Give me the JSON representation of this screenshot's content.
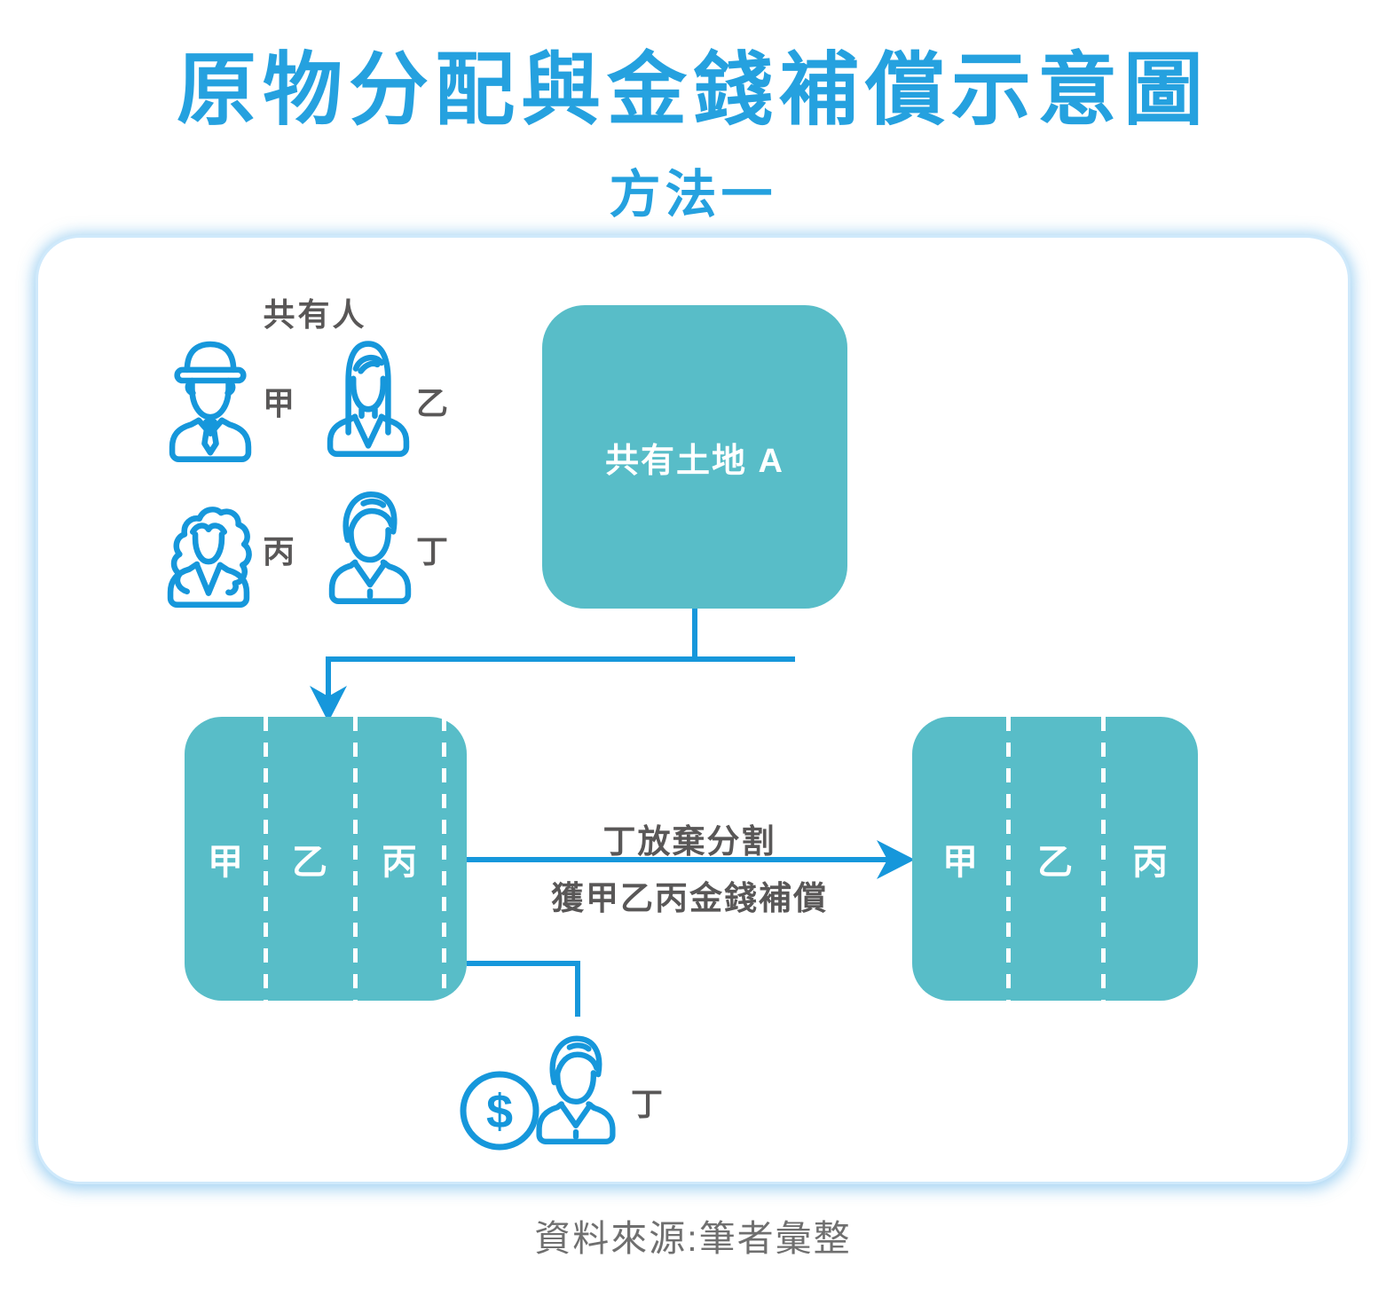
{
  "page": {
    "title": "原物分配與金錢補償示意圖",
    "subtitle": "方法一",
    "source": "資料來源:筆者彙整"
  },
  "colors": {
    "title_blue": "#25A1DF",
    "accent_blue": "#1697DB",
    "teal_box": "#58BDC8",
    "gray_text": "#595757",
    "source_gray": "#6F6F6F",
    "card_glow": "#CFE9FB"
  },
  "co_owners": {
    "label": "共有人",
    "members": [
      {
        "name": "甲",
        "icon": "man-with-hat-icon"
      },
      {
        "name": "乙",
        "icon": "woman-long-hair-icon"
      },
      {
        "name": "丙",
        "icon": "woman-curly-hair-icon"
      },
      {
        "name": "丁",
        "icon": "man-short-hair-icon"
      }
    ]
  },
  "land_box": {
    "label": "共有土地 A"
  },
  "left_parcel": {
    "sections": [
      "甲",
      "乙",
      "丙"
    ]
  },
  "right_parcel": {
    "sections": [
      "甲",
      "乙",
      "丙"
    ]
  },
  "transition": {
    "line1": "丁放棄分割",
    "line2": "獲甲乙丙金錢補償"
  },
  "compensated": {
    "name": "丁",
    "icon": "man-short-hair-icon",
    "money_icon": "dollar-circle-icon"
  }
}
